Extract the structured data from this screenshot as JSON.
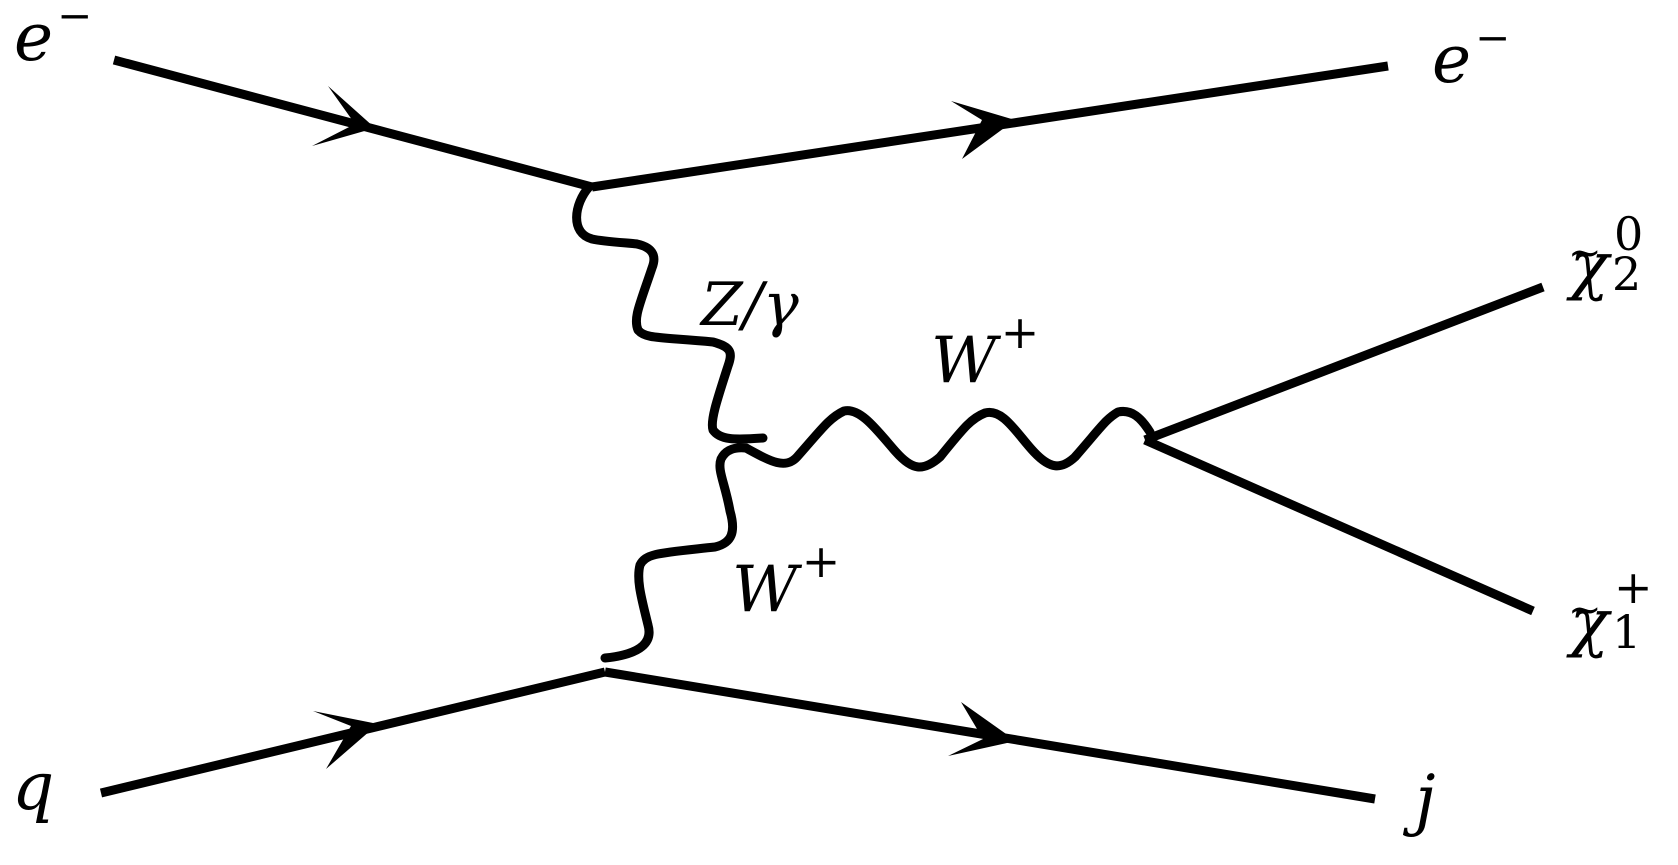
{
  "diagram": {
    "labels": {
      "e_in": {
        "base": "e",
        "sup": "−"
      },
      "e_out": {
        "base": "e",
        "sup": "−"
      },
      "q_in": {
        "base": "q"
      },
      "j_out": {
        "base": "j"
      },
      "z_gamma": {
        "base": "Z/γ"
      },
      "w_upper": {
        "base": "W",
        "sup": "+"
      },
      "w_lower": {
        "base": "W",
        "sup": "+"
      },
      "chi_neutral": {
        "tilde": "~",
        "base": "χ",
        "sub": "2",
        "sup": "0"
      },
      "chi_charged": {
        "tilde": "~",
        "base": "χ",
        "sub": "1",
        "sup": "+"
      }
    }
  }
}
